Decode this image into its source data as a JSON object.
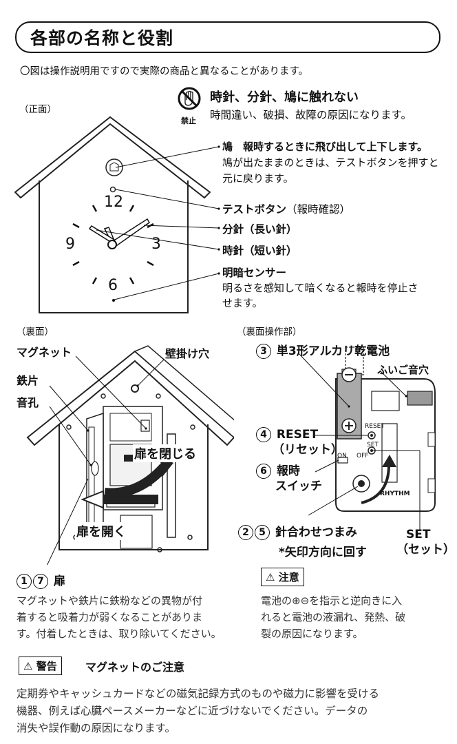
{
  "title": "各部の名称と役割",
  "note": "〇図は操作説明用ですので実際の商品と異なることがあります。",
  "front": {
    "caption": "（正面）",
    "prohibit_mark": "禁止",
    "prohibit_title": "時針、分針、鳩に触れない",
    "prohibit_desc": "時間違い、破損、故障の原因になります。",
    "dial": {
      "n12": "12",
      "n9": "9",
      "n3": "3",
      "n6": "6"
    },
    "bird_title": "鳩　報時するときに飛び出して上下します。",
    "bird_l2": "鳩が出たままのときは、テストボタンを押すと",
    "bird_l3": "元に戻ります。",
    "test_button_name": "テストボタン",
    "test_button_note": "（報時確認）",
    "minute_hand": "分針（長い針）",
    "hour_hand": "時針（短い針）",
    "sensor_title": "明暗センサー",
    "sensor_l1": "明るさを感知して暗くなると報時を停止さ",
    "sensor_l2": "せます。"
  },
  "back": {
    "caption": "（裏面）",
    "magnet": "マグネット",
    "hanger": "壁掛け穴",
    "iron": "鉄片",
    "sound_hole": "音孔",
    "close_door": "扉を閉じる",
    "open_door": "扉を開く",
    "door_nums": [
      "1",
      "7"
    ],
    "door": "扉",
    "door_l1": "マグネットや鉄片に鉄粉などの異物が付",
    "door_l2": "着すると吸着力が弱くなることがありま",
    "door_l3": "す。付着したときは、取り除いてください。"
  },
  "ops": {
    "caption": "（裏面操作部）",
    "battery_num": "3",
    "battery": "単3形アルカリ乾電池",
    "bellows": "ふいご音穴",
    "reset_num": "4",
    "reset": "RESET",
    "reset_jp": "（リセット）",
    "switch_num": "6",
    "switch_l1": "報時",
    "switch_l2": "スイッチ",
    "knob_nums": [
      "2",
      "5"
    ],
    "knob": "針合わせつまみ",
    "arrow_note": "*矢印方向に回す",
    "set": "SET",
    "set_jp": "（セット）",
    "small_reset": "RESET",
    "small_set": "SET",
    "small_on": "ON",
    "small_off": "OFF",
    "brand": "RHYTHM",
    "caution_label": "注意",
    "caution_l1": "電池の⊕⊖を指示と逆向きに入",
    "caution_l2": "れると電池の液漏れ、発熱、破",
    "caution_l3": "裂の原因になります。"
  },
  "warning": {
    "label": "警告",
    "title": "マグネットのご注意",
    "l1": "定期券やキャッシュカードなどの磁気記録方式のものや磁力に影響を受ける",
    "l2": "機器、例えば心臓ペースメーカーなどに近づけないでください。データの",
    "l3": "消失や誤作動の原因になります。"
  },
  "icons": [
    "no-touch-icon",
    "caution-triangle-icon",
    "warning-triangle-icon"
  ]
}
